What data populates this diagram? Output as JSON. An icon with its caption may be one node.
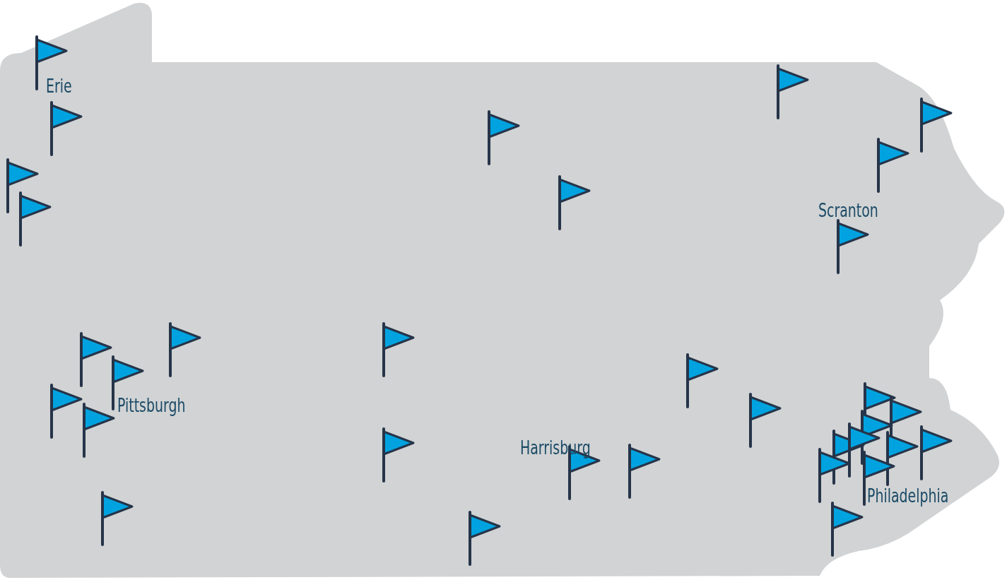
{
  "diagram": {
    "labels": [
      "Erie",
      "Scranton",
      "Pittsburgh",
      "Harrisburg",
      "Philadelphia"
    ]
  }
}
